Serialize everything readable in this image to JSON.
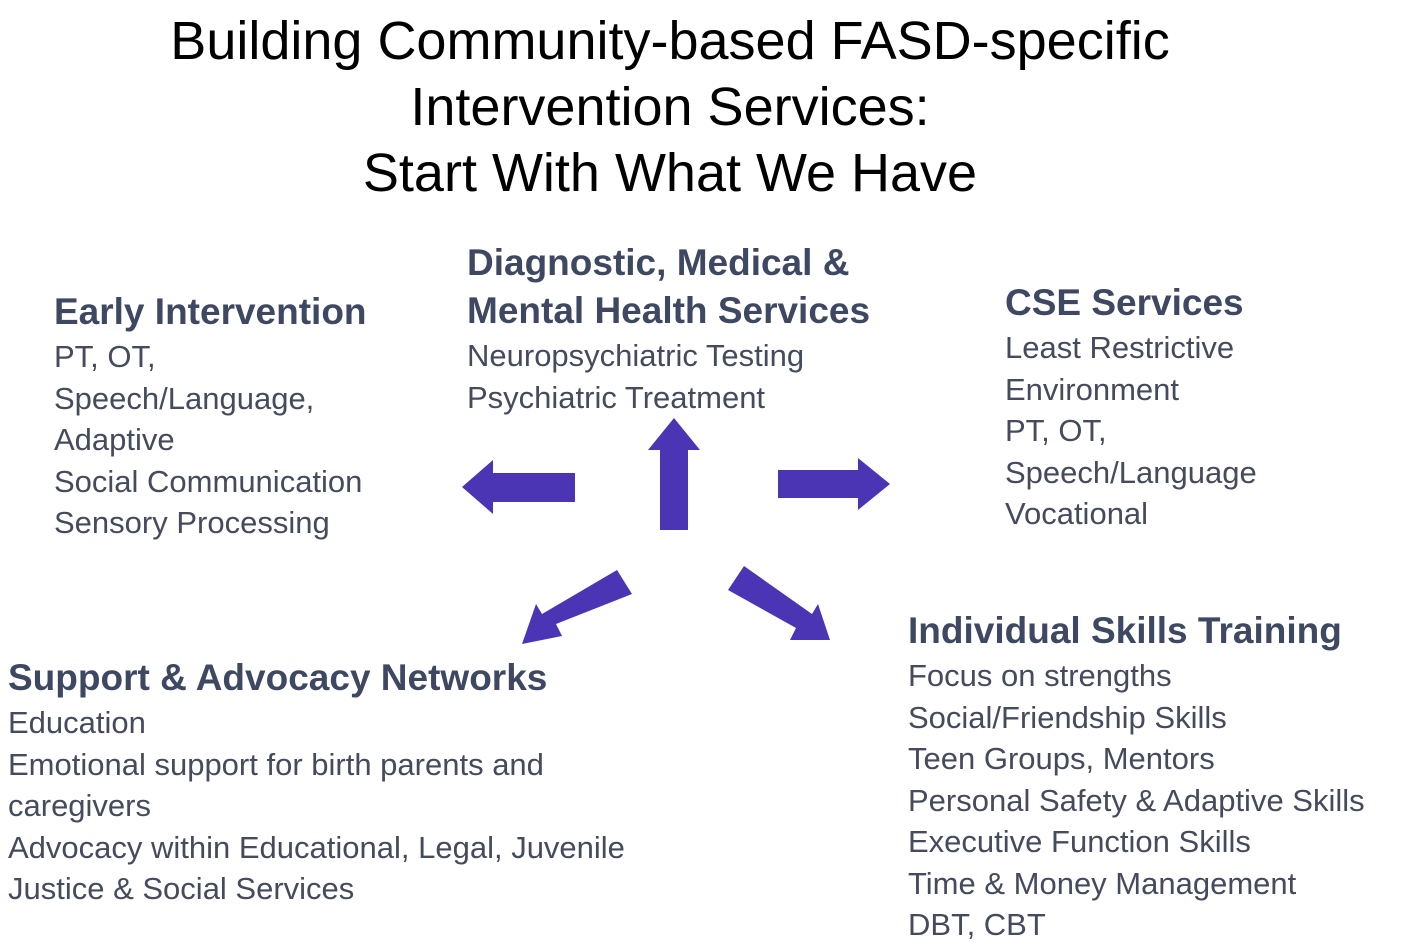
{
  "title": {
    "lines": [
      "Building Community-based FASD-specific",
      "Intervention Services:",
      "Start With What We Have"
    ]
  },
  "colors": {
    "arrow": "#4c35b4",
    "heading": "#3e4862",
    "body_text": "#454b5c",
    "title": "#000000"
  },
  "blocks": {
    "early_intervention": {
      "heading": "Early Intervention",
      "items": [
        "PT, OT,",
        "Speech/Language,",
        "Adaptive",
        "Social Communication",
        "Sensory Processing"
      ]
    },
    "diagnostic": {
      "heading_lines": [
        "Diagnostic, Medical &",
        "Mental Health Services"
      ],
      "items": [
        "Neuropsychiatric Testing",
        "Psychiatric Treatment"
      ]
    },
    "cse": {
      "heading": "CSE Services",
      "items": [
        "Least Restrictive",
        "Environment",
        "PT, OT,",
        "Speech/Language",
        "Vocational"
      ]
    },
    "support": {
      "heading": "Support & Advocacy Networks",
      "items": [
        "Education",
        "Emotional support for birth parents and",
        "caregivers",
        "Advocacy within Educational, Legal, Juvenile",
        "Justice & Social Services"
      ]
    },
    "skills": {
      "heading": "Individual Skills Training",
      "items": [
        "Focus on strengths",
        "Social/Friendship Skills",
        "Teen Groups, Mentors",
        "Personal Safety & Adaptive Skills",
        "Executive Function Skills",
        "Time & Money Management",
        "DBT, CBT"
      ]
    }
  }
}
